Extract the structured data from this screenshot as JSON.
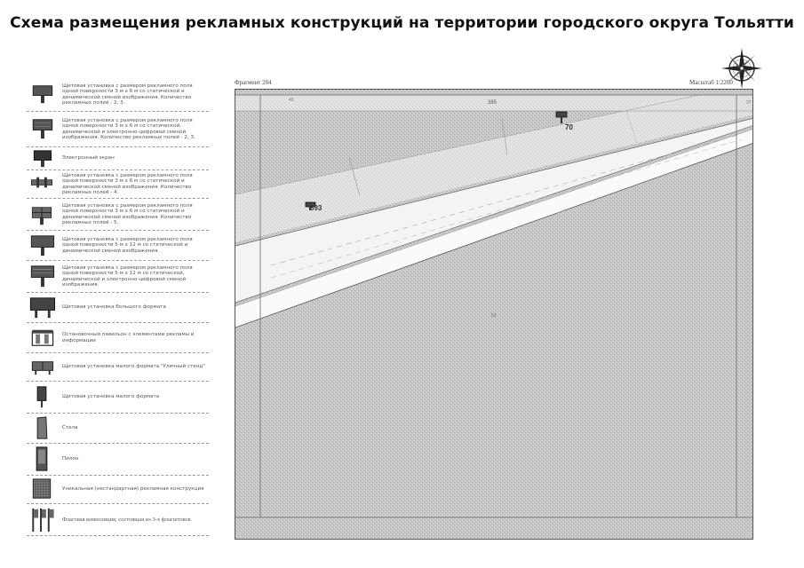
{
  "title": "Схема размещения рекламных конструкций на территории городского округа Тольятти",
  "compass": {
    "icon": "compass-rose-icon"
  },
  "legend": {
    "items": [
      {
        "text": "Щитовая установка с размером рекламного поля одной поверхности 3 м х 6 м со статической и динамической сменой изображения. Количество рекламных полей - 2, 3.",
        "icon": "billboard-3x6-icon"
      },
      {
        "text": "Щитовая установка с размером рекламного поля одной поверхности 3 м х 6 м со статической, динамической и электронно-цифровой сменой изображения. Количество рекламных полей - 2, 3.",
        "icon": "billboard-3x6-digital-icon"
      },
      {
        "text": "Электронный экран",
        "icon": "electronic-screen-icon"
      },
      {
        "text": "Щитовая установка с размером рекламного поля одной поверхности 3 м х 6 м со статической и динамической сменой изображения. Количество рекламных полей - 4.",
        "icon": "billboard-4-fields-icon"
      },
      {
        "text": "Щитовая установка с размером рекламного поля одной поверхности 3 м х 6 м со статической и динамической сменой изображения. Количество рекламных полей - 5.",
        "icon": "billboard-5-fields-icon"
      },
      {
        "text": "Щитовая установка с размером рекламного поля одной поверхности 5 м х 12 м со статической и динамической сменой изображения.",
        "icon": "billboard-5x12-icon"
      },
      {
        "text": "Щитовая установка с размером рекламного поля одной поверхности 5 м х 12 м со статической, динамической и электронно-цифровой сменой изображения.",
        "icon": "billboard-5x12-digital-icon"
      },
      {
        "text": "Щитовая установка большого формата",
        "icon": "large-format-billboard-icon"
      },
      {
        "text": "Остановочный павильон с элементами рекламы и информации",
        "icon": "bus-stop-pavilion-icon"
      },
      {
        "text": "Щитовая установка малого формата \"Уличный стенд\"",
        "icon": "street-stand-icon"
      },
      {
        "text": "Щитовая установка малого формата",
        "icon": "small-format-billboard-icon"
      },
      {
        "text": "Стела",
        "icon": "stele-icon"
      },
      {
        "text": "Пилон",
        "icon": "pylon-icon"
      },
      {
        "text": "Уникальная (нестандартная) рекламная конструкция",
        "icon": "unique-structure-icon"
      },
      {
        "text": "Флаговая композиция, состоящая из 3-х флагштоков",
        "icon": "flag-composition-icon"
      }
    ]
  },
  "map": {
    "fragment_label": "Фрагмент 284",
    "scale_label": "Масштаб 1:2200",
    "road_label": "385",
    "markers": [
      {
        "id": "70",
        "icon": "billboard-marker-icon"
      },
      {
        "id": "893",
        "icon": "billboard-marker-icon"
      }
    ],
    "small_labels": [
      "45",
      "37",
      "53"
    ]
  }
}
